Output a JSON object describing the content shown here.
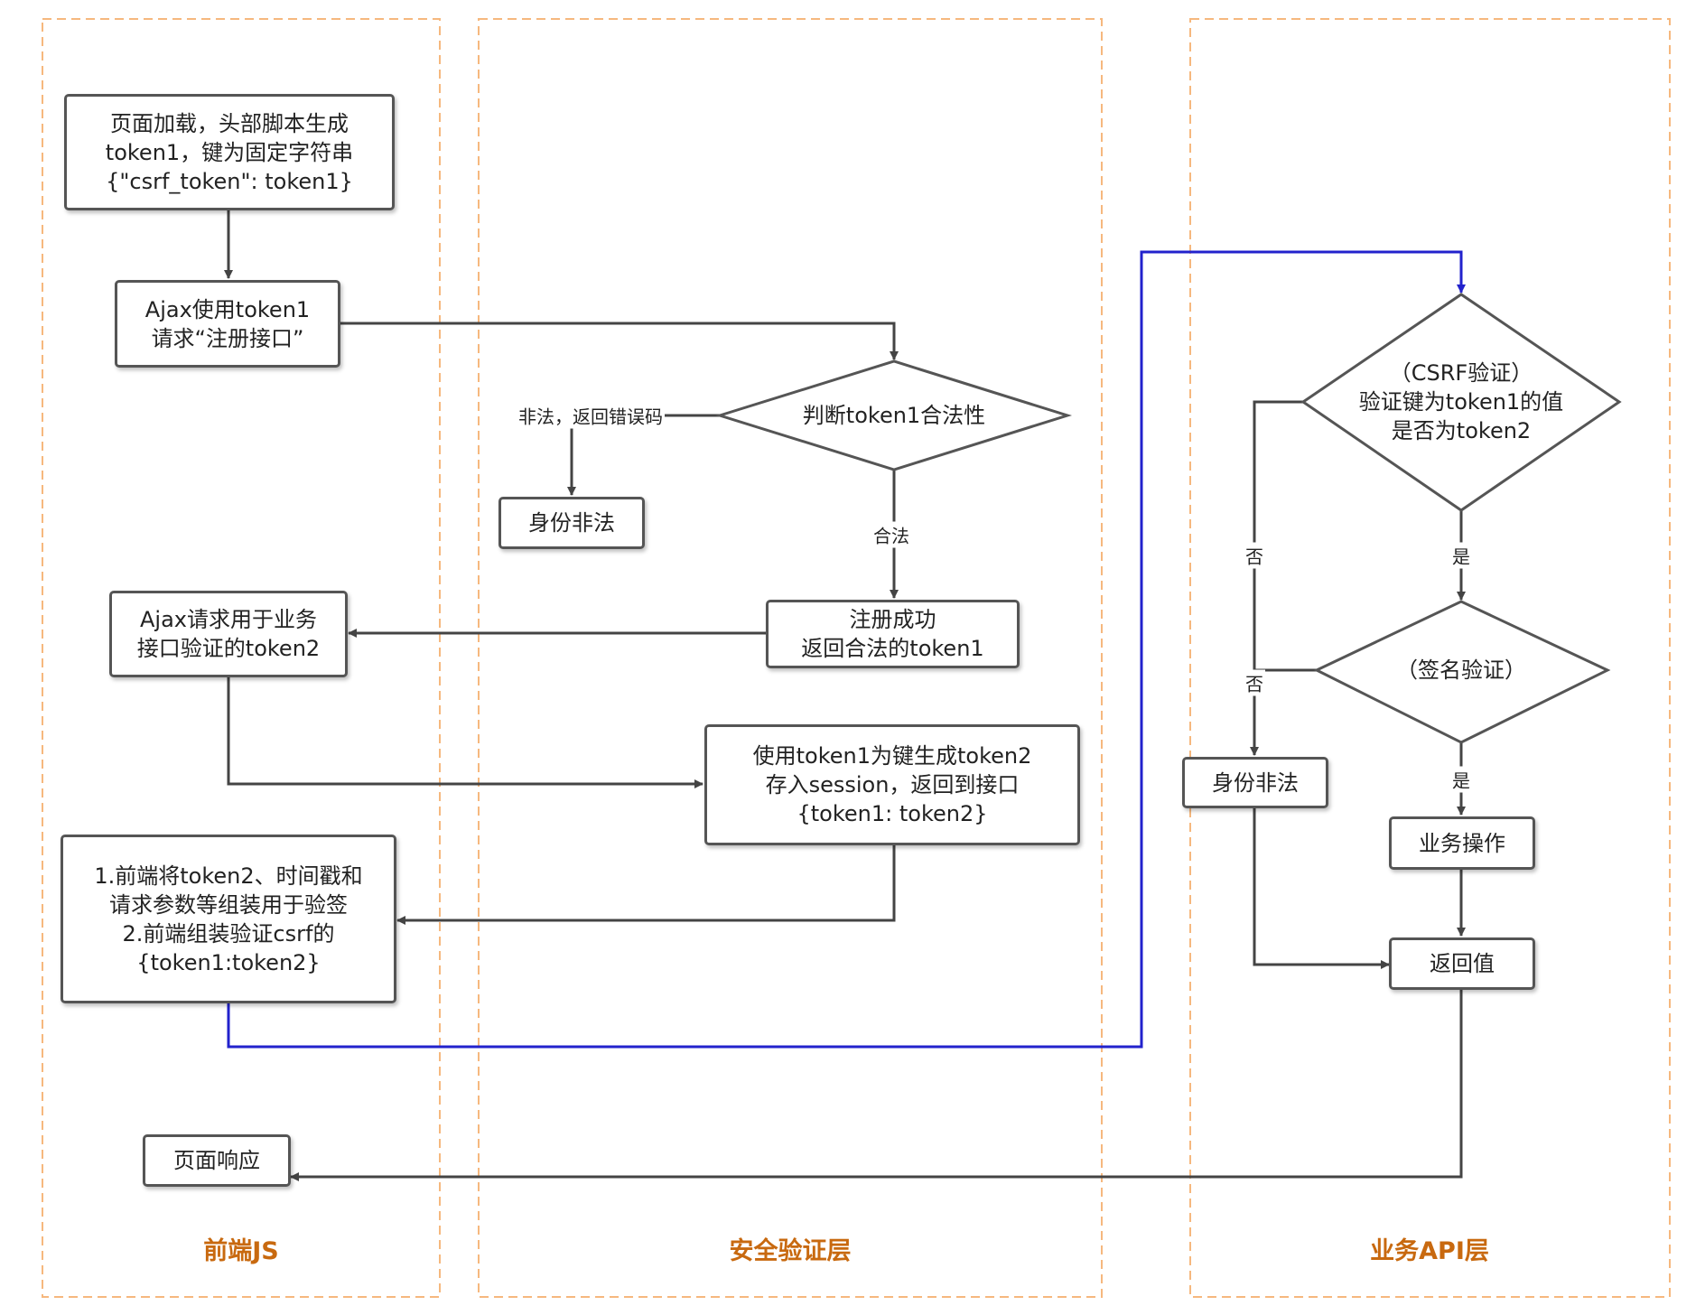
{
  "lanes": {
    "frontend": "前端JS",
    "security": "安全验证层",
    "business": "业务API层"
  },
  "nodes": {
    "page_load": [
      "页面加载，头部脚本生成",
      "token1，键为固定字符串",
      "{\"csrf_token\": token1}"
    ],
    "ajax_register": [
      "Ajax使用token1",
      "请求“注册接口”"
    ],
    "judge_token": [
      "判断token1合法性"
    ],
    "identity_illegal_1": [
      "身份非法"
    ],
    "register_success": [
      "注册成功",
      "返回合法的token1"
    ],
    "ajax_token2": [
      "Ajax请求用于业务",
      "接口验证的token2"
    ],
    "gen_token2": [
      "使用token1为键生成token2",
      "存入session，返回到接口",
      "{token1: token2}"
    ],
    "assemble": [
      "1.前端将token2、时间戳和",
      "请求参数等组装用于验签",
      "2.前端组装验证csrf的",
      "{token1:token2}"
    ],
    "page_response": [
      "页面响应"
    ],
    "csrf_check": [
      "（CSRF验证）",
      "验证键为token1的值",
      "是否为token2"
    ],
    "sign_check": [
      "（签名验证）"
    ],
    "identity_illegal_2": [
      "身份非法"
    ],
    "business_op": [
      "业务操作"
    ],
    "return_value": [
      "返回值"
    ]
  },
  "edge_labels": {
    "illegal_return": "非法，返回错误码",
    "legal": "合法",
    "no_1": "否",
    "no_2": "否",
    "yes_1": "是",
    "yes_2": "是"
  },
  "colors": {
    "lane_border": "#f6b87e",
    "lane_title": "#c8690f",
    "line": "#444444",
    "highlight": "#2222cc"
  }
}
